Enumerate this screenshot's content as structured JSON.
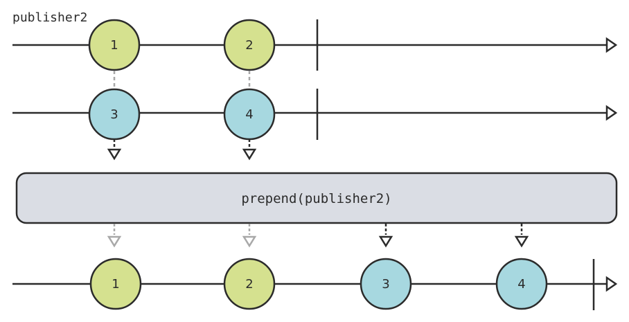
{
  "source_label": "publisher2",
  "operator_label": "prepend(publisher2)",
  "colors": {
    "green": "#d5e18f",
    "blue": "#a7d8e0",
    "operator_fill": "#dadde4",
    "line": "#2b2b2b",
    "dashed_gray": "#a8a8a8"
  },
  "streams": {
    "top": {
      "marbles": [
        {
          "label": "1",
          "color": "green"
        },
        {
          "label": "2",
          "color": "green"
        }
      ],
      "completed": true
    },
    "middle": {
      "marbles": [
        {
          "label": "3",
          "color": "blue"
        },
        {
          "label": "4",
          "color": "blue"
        }
      ],
      "completed": true
    },
    "output": {
      "marbles": [
        {
          "label": "1",
          "color": "green"
        },
        {
          "label": "2",
          "color": "green"
        },
        {
          "label": "3",
          "color": "blue"
        },
        {
          "label": "4",
          "color": "blue"
        }
      ],
      "completed": true
    }
  }
}
